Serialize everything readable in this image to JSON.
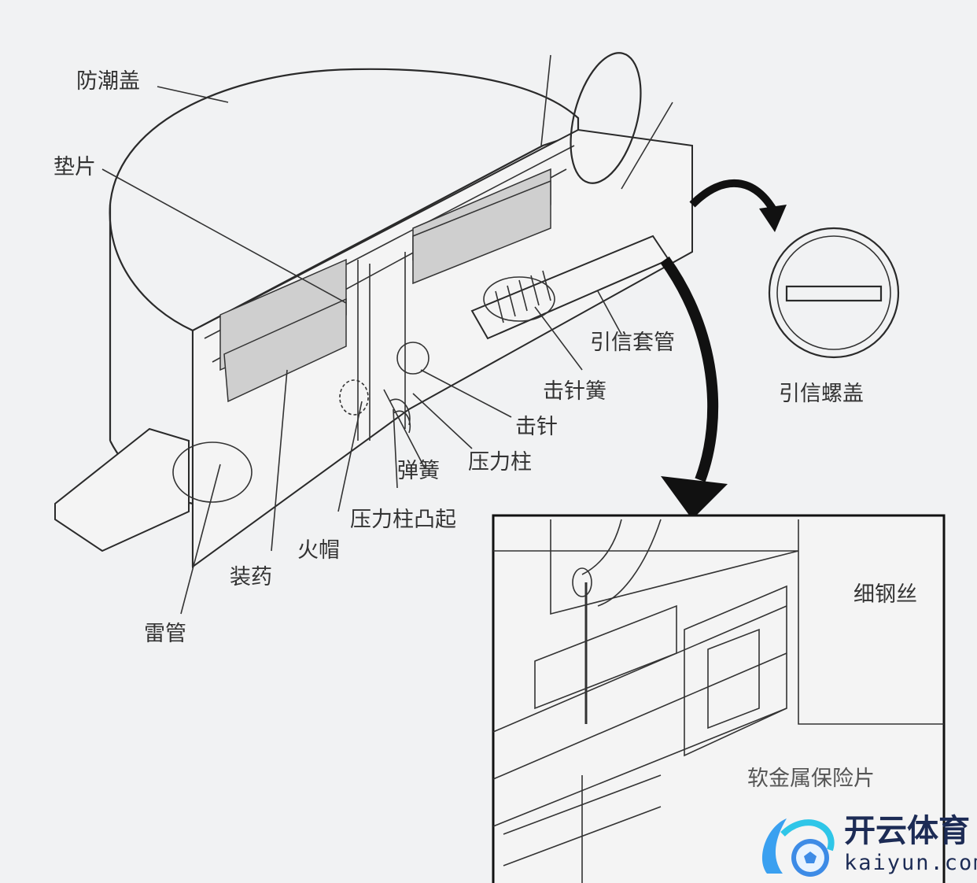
{
  "labels": {
    "moisture_cap": "防潮盖",
    "gasket": "垫片",
    "fuze_sleeve": "引信套管",
    "firing_pin_spring": "击针簧",
    "firing_pin": "击针",
    "spring": "弹簧",
    "pressure_column": "压力柱",
    "pressure_column_boss": "压力柱凸起",
    "primer": "火帽",
    "charge": "装药",
    "detonator": "雷管",
    "fuze_screw_cap": "引信螺盖",
    "fine_steel_wire": "细钢丝",
    "soft_metal_safety_plate": "软金属保险片"
  },
  "watermark": {
    "brand": "开云体育",
    "url": "kaiyun.com"
  }
}
